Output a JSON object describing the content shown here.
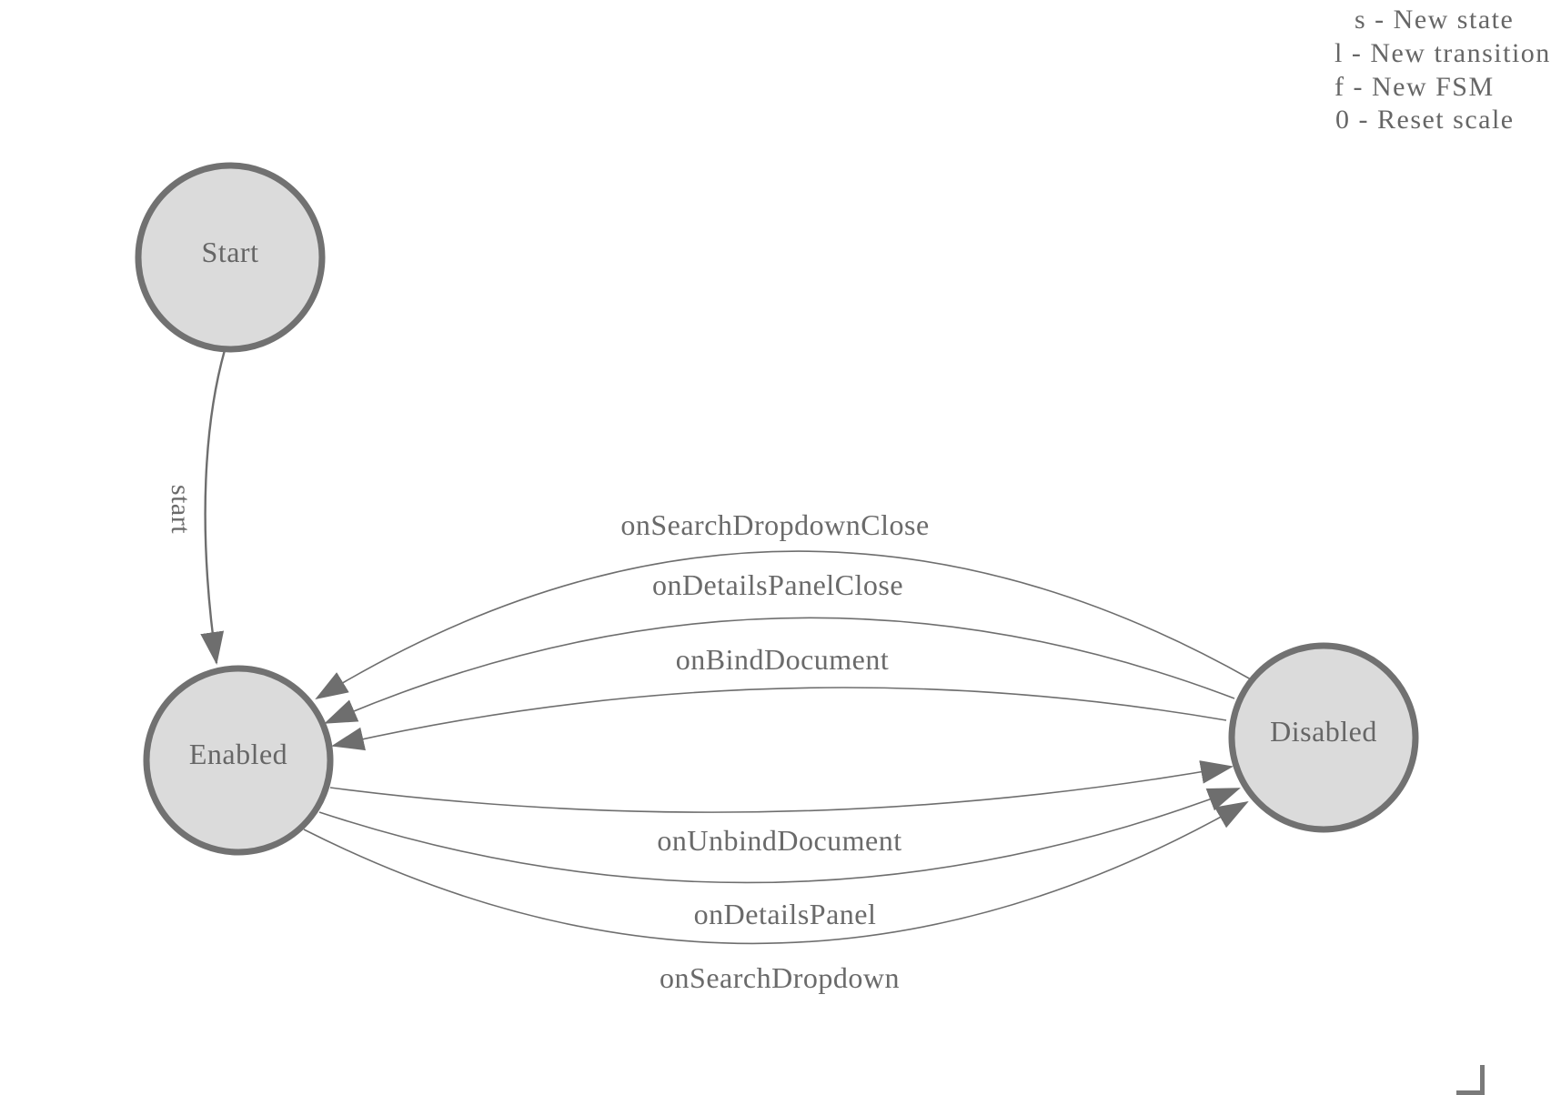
{
  "legend": {
    "lines": [
      "s - New state",
      "l - New transition",
      "f - New FSM",
      "0 - Reset scale"
    ]
  },
  "nodes": {
    "start": "Start",
    "enabled": "Enabled",
    "disabled": "Disabled"
  },
  "edges": {
    "start_transition": "start",
    "disabled_to_enabled": [
      "onSearchDropdownClose",
      "onDetailsPanelClose",
      "onBindDocument"
    ],
    "enabled_to_disabled": [
      "onUnbindDocument",
      "onDetailsPanel",
      "onSearchDropdown"
    ]
  },
  "colors": {
    "node_fill": "#dbdbdb",
    "node_stroke": "#717171",
    "edge_stroke": "#6e6e6e",
    "label_text": "#666666"
  }
}
